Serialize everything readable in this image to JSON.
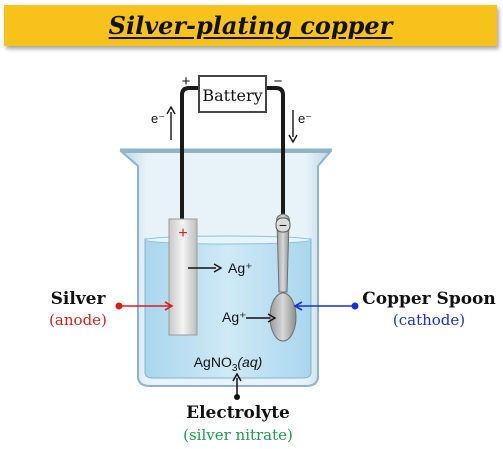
{
  "title": "Silver-plating copper",
  "battery": {
    "label": "Battery",
    "positive_sign": "+",
    "negative_sign": "−"
  },
  "electrons": {
    "left": "e⁻",
    "right": "e⁻"
  },
  "silver_bar_sign": "+",
  "spoon_sign": "−",
  "ions": {
    "top": "Ag⁺",
    "mid": "Ag⁺"
  },
  "solution_formula": {
    "prefix": "AgNO",
    "subscript": "3",
    "state": "(aq)"
  },
  "anode": {
    "name": "Silver",
    "role": "(anode)"
  },
  "cathode": {
    "name": "Copper Spoon",
    "role": "(cathode)"
  },
  "electrolyte": {
    "name": "Electrolyte",
    "description": "(silver nitrate)"
  },
  "colors": {
    "banner": "#f6c21b",
    "anode_label": "#e01b1b",
    "cathode_label": "#1a2fd8",
    "electrolyte_label": "#1a9a4a",
    "solution": "#c6e6f5",
    "beaker_glass": "#dcebf4"
  }
}
